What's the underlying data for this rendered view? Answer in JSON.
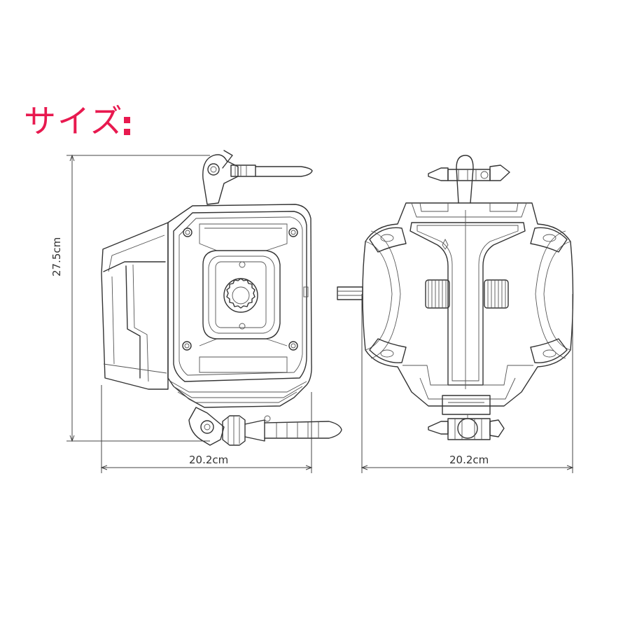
{
  "title": {
    "text": "サイズ",
    "color": "#e8194f"
  },
  "dimensions": {
    "height_label": "27.5cm",
    "side_width_label": "20.2cm",
    "front_width_label": "20.2cm"
  }
}
